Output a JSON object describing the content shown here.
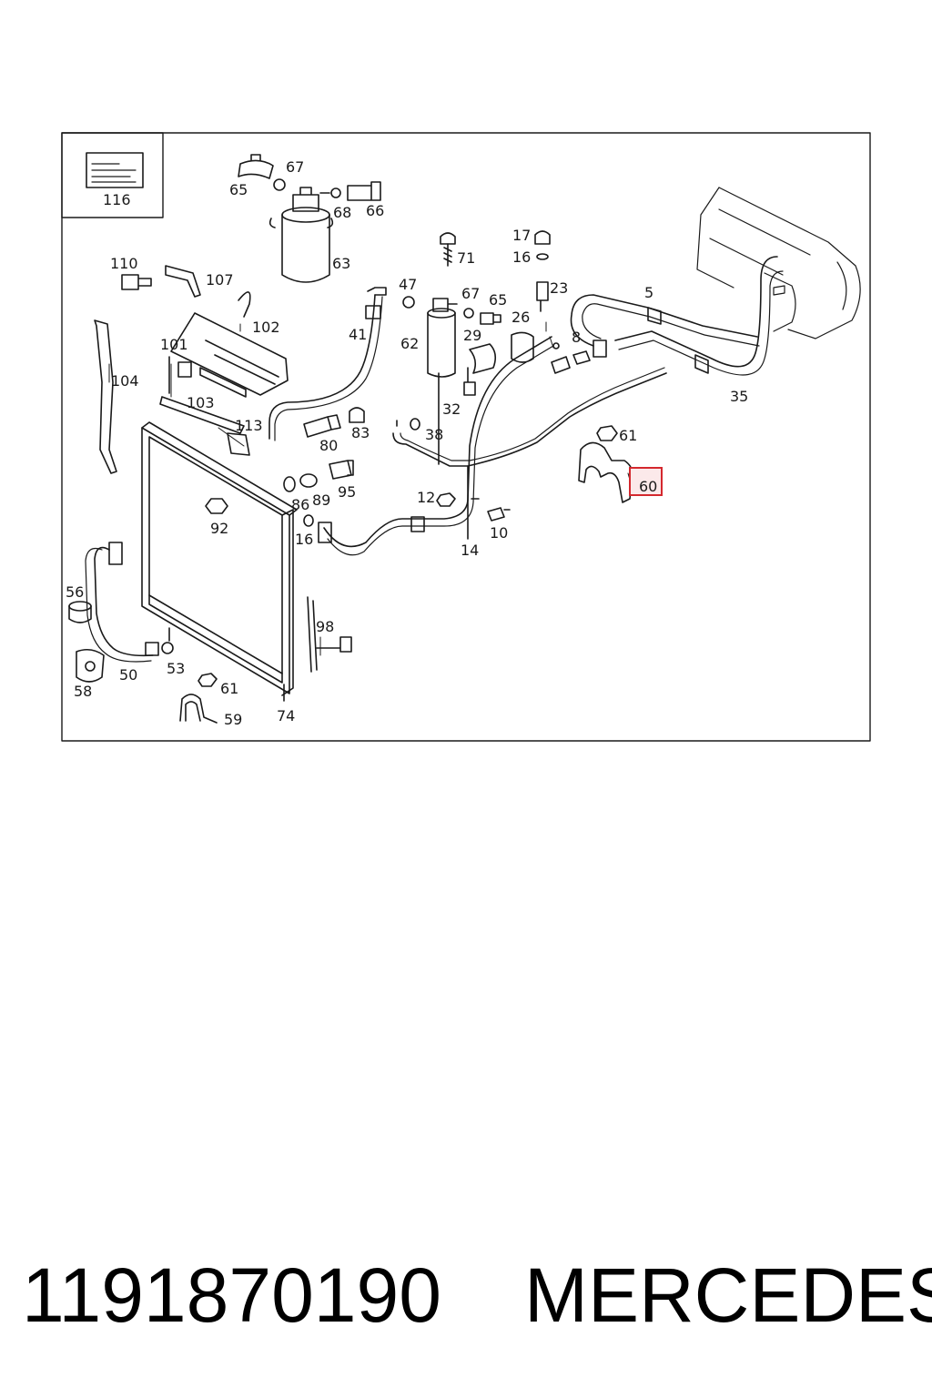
{
  "highlight_color": "#d4282e",
  "legend_box": {
    "label": "116",
    "icon": "document-icon"
  },
  "callouts": [
    {
      "id": "116",
      "text": "116"
    },
    {
      "id": "67a",
      "text": "67"
    },
    {
      "id": "65a",
      "text": "65"
    },
    {
      "id": "68",
      "text": "68"
    },
    {
      "id": "66",
      "text": "66"
    },
    {
      "id": "63",
      "text": "63"
    },
    {
      "id": "71",
      "text": "71"
    },
    {
      "id": "17",
      "text": "17"
    },
    {
      "id": "16a",
      "text": "16"
    },
    {
      "id": "110",
      "text": "110"
    },
    {
      "id": "107",
      "text": "107"
    },
    {
      "id": "102",
      "text": "102"
    },
    {
      "id": "47",
      "text": "47"
    },
    {
      "id": "67b",
      "text": "67"
    },
    {
      "id": "65b",
      "text": "65"
    },
    {
      "id": "23",
      "text": "23"
    },
    {
      "id": "5",
      "text": "5"
    },
    {
      "id": "41",
      "text": "41"
    },
    {
      "id": "62",
      "text": "62"
    },
    {
      "id": "29",
      "text": "29"
    },
    {
      "id": "26",
      "text": "26"
    },
    {
      "id": "8",
      "text": "8"
    },
    {
      "id": "101",
      "text": "101"
    },
    {
      "id": "104",
      "text": "104"
    },
    {
      "id": "103",
      "text": "103"
    },
    {
      "id": "32",
      "text": "32"
    },
    {
      "id": "35",
      "text": "35"
    },
    {
      "id": "113",
      "text": "113"
    },
    {
      "id": "83",
      "text": "83"
    },
    {
      "id": "38",
      "text": "38"
    },
    {
      "id": "80",
      "text": "80"
    },
    {
      "id": "61a",
      "text": "61"
    },
    {
      "id": "95",
      "text": "95"
    },
    {
      "id": "12",
      "text": "12"
    },
    {
      "id": "86",
      "text": "86"
    },
    {
      "id": "89",
      "text": "89"
    },
    {
      "id": "92",
      "text": "92"
    },
    {
      "id": "10",
      "text": "10"
    },
    {
      "id": "16b",
      "text": "16"
    },
    {
      "id": "14",
      "text": "14"
    },
    {
      "id": "56",
      "text": "56"
    },
    {
      "id": "98",
      "text": "98"
    },
    {
      "id": "50",
      "text": "50"
    },
    {
      "id": "53",
      "text": "53"
    },
    {
      "id": "58",
      "text": "58"
    },
    {
      "id": "61b",
      "text": "61"
    },
    {
      "id": "59",
      "text": "59"
    },
    {
      "id": "74",
      "text": "74"
    }
  ],
  "highlighted_callout": {
    "text": "60"
  },
  "footer": {
    "part_number": "1191870190",
    "brand": "MERCEDES"
  }
}
